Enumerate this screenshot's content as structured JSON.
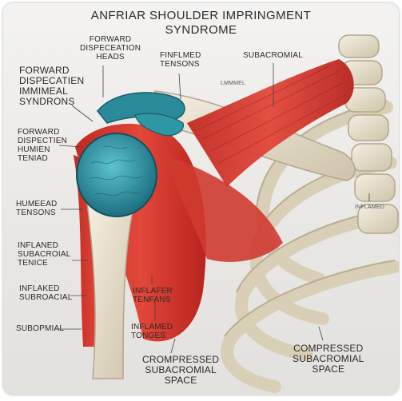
{
  "title": {
    "line1": "ANFRIAR SHOULDER IMPRINGMENT",
    "line2": "SYNDROME"
  },
  "labels": {
    "forward_dispeceation_heads": "FORWARD\nDISPECEATION\nHEADS",
    "finfmed_tensons": "FINFLMED\nTENSONS",
    "subacromial_top": "SUBACROMIAL",
    "lmmmel_small": "LMMMEL",
    "forward_dispecatien": "FORWARD\nDISPECATIEN\nIMMIMEAL\nSYNDRONS",
    "forward_dispectien_humien": "FORWARD\nDISPECTIEN\nHUMIEN\nTENIAD",
    "humeead_tensons": "HUMEEAD\nTENSONS",
    "inflamed_right": "INFLAMED",
    "inflaned_subacroial_tenice": "INFLANED\nSUBACROIAL\nTENICE",
    "inflaked_subroacial": "INFLAKED\nSUBROACIAL",
    "inflafer_tenfans": "INFLAFER\nTENFANS",
    "subopmial": "SUBOPMIAL",
    "inflamed_tonges": "INFLAMED\nTONGES",
    "compressed_subacromial_space_1": "CROMPRESSED\nSUBACROMIAL\nSPACE",
    "compressed_subacromial_space_2": "COMPRESSED\nSUBACROMIAL\nSPACE"
  },
  "colors": {
    "muscle": "#d83a30",
    "muscle_dark": "#a82520",
    "bone": "#e4dcc8",
    "cartilage": "#2f8fa0",
    "background": "#ebe9e6"
  }
}
